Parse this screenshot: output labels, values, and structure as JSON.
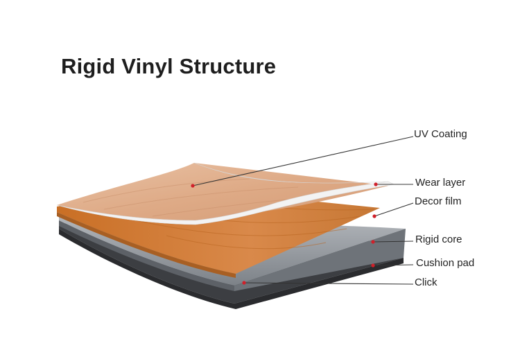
{
  "title": "Rigid Vinyl Structure",
  "layers": [
    {
      "label": "UV Coating"
    },
    {
      "label": "Wear layer"
    },
    {
      "label": "Decor film"
    },
    {
      "label": "Rigid core"
    },
    {
      "label": "Cushion pad"
    },
    {
      "label": "Click"
    }
  ],
  "colors": {
    "marker": "#d0202a",
    "decor_wood": "#cc7a34",
    "top_wood": "#e2b08e",
    "wear_film": "#f2f2f2",
    "core": "#8a8f95",
    "cushion": "#3d3f42"
  }
}
